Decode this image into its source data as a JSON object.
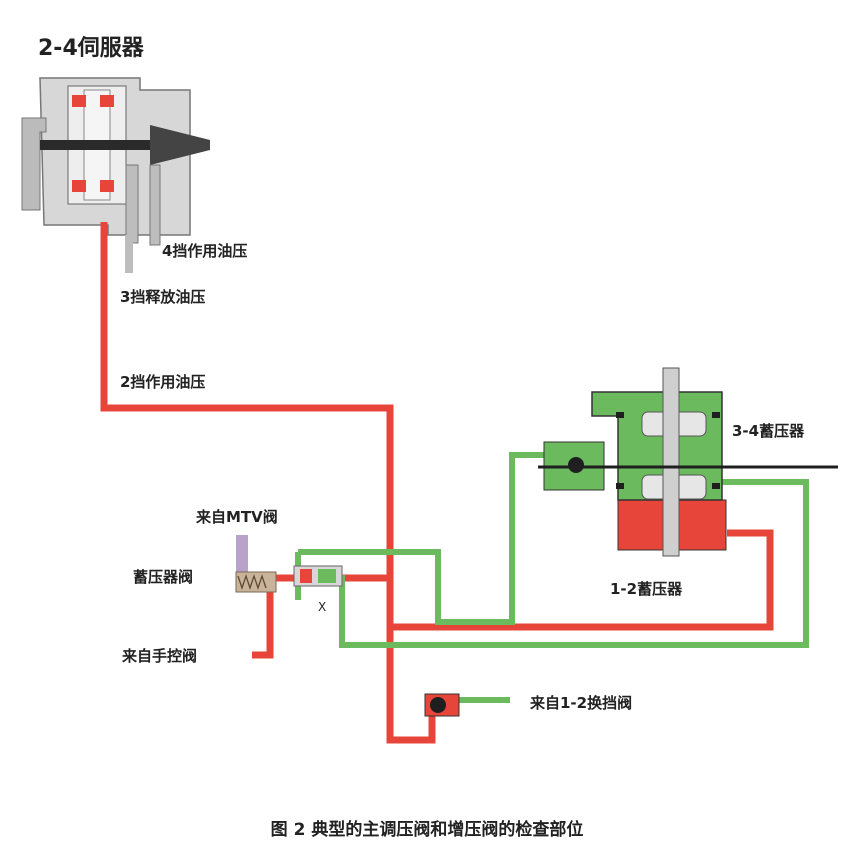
{
  "title": "2-4伺服器",
  "labels": {
    "fourth_apply": "4挡作用油压",
    "third_release": "3挡释放油压",
    "second_apply": "2挡作用油压",
    "acc34": "3-4蓄压器",
    "acc12": "1-2蓄压器",
    "from_mtv": "来自MTV阀",
    "acc_valve": "蓄压器阀",
    "from_manual": "来自手控阀",
    "from_12shift": "来自1-2换挡阀",
    "x_mark": "X"
  },
  "caption": "图 2  典型的主调压阀和增压阀的检查部位",
  "colors": {
    "oil_red": "#e8453a",
    "oil_green": "#6cba5e",
    "metal_gray": "#c9c9c9",
    "dark_line": "#1f1f1f",
    "purple_part": "#b9a2c9"
  }
}
